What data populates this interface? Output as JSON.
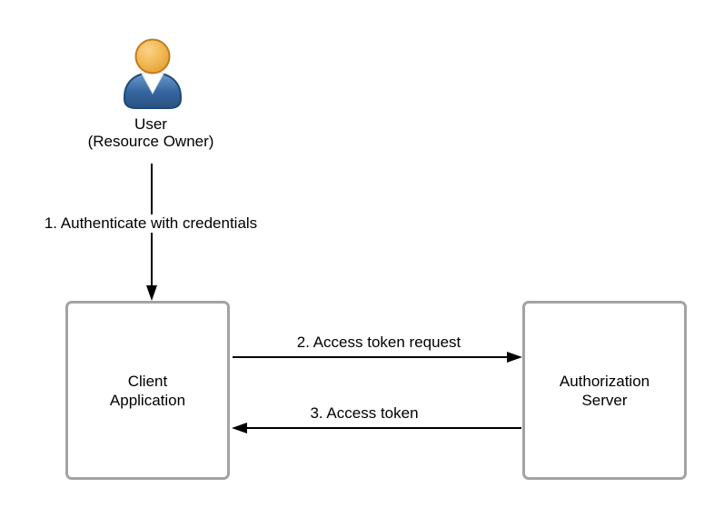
{
  "diagram": {
    "actor": {
      "label": "User",
      "sublabel": "(Resource Owner)"
    },
    "nodes": {
      "client": {
        "label": "Client\nApplication"
      },
      "auth_server": {
        "label": "Authorization\nServer"
      }
    },
    "edges": {
      "authenticate": {
        "label": "1. Authenticate with credentials",
        "from": "User",
        "to": "Client Application",
        "direction": "down"
      },
      "token_request": {
        "label": "2. Access token request",
        "from": "Client Application",
        "to": "Authorization Server",
        "direction": "right"
      },
      "access_token": {
        "label": "3. Access token",
        "from": "Authorization Server",
        "to": "Client Application",
        "direction": "left"
      }
    },
    "colors": {
      "background": "#ffffff",
      "node_border": "#a3a3a3",
      "node_fill": "#ffffff",
      "arrow": "#000000",
      "text": "#000000",
      "actor_head": "#eaa93c",
      "actor_body": "#35659f"
    }
  }
}
